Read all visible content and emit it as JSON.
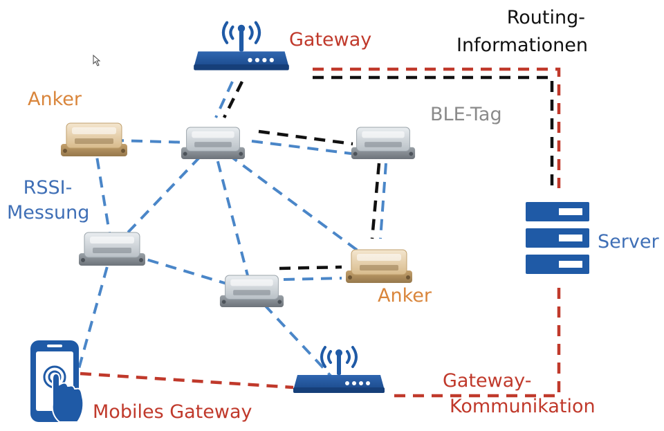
{
  "labels": {
    "gateway_top": "Gateway",
    "routing_line1": "Routing-",
    "routing_line2": "Informationen",
    "anker_left": "Anker",
    "ble_tag": "BLE-Tag",
    "rssi_line1": "RSSI-",
    "rssi_line2": "Messung",
    "server": "Server",
    "anker_right": "Anker",
    "gateway_komm_line1": "Gateway-",
    "gateway_komm_line2": "Kommunikation",
    "mobiles_gateway": "Mobiles Gateway"
  },
  "nodes": [
    {
      "id": "gateway-top",
      "kind": "router"
    },
    {
      "id": "gateway-bottom",
      "kind": "router"
    },
    {
      "id": "server",
      "kind": "server"
    },
    {
      "id": "smartphone",
      "kind": "phone"
    },
    {
      "id": "anchor-left",
      "kind": "anchor"
    },
    {
      "id": "anchor-right",
      "kind": "anchor"
    },
    {
      "id": "tag-top-center",
      "kind": "tag"
    },
    {
      "id": "tag-top-right",
      "kind": "tag"
    },
    {
      "id": "tag-mid-left",
      "kind": "tag"
    },
    {
      "id": "tag-center",
      "kind": "tag"
    }
  ],
  "link_colors": {
    "rssi": "#4a86c8",
    "routing": "#111111",
    "gateway": "#c0392b"
  },
  "links": {
    "rssi": [
      [
        "anchor-left",
        "tag-top-center"
      ],
      [
        "anchor-left",
        "tag-mid-left"
      ],
      [
        "tag-top-center",
        "tag-top-right"
      ],
      [
        "tag-top-center",
        "tag-mid-left"
      ],
      [
        "tag-top-center",
        "tag-center"
      ],
      [
        "tag-top-center",
        "anchor-right"
      ],
      [
        "tag-top-right",
        "anchor-right"
      ],
      [
        "tag-mid-left",
        "tag-center"
      ],
      [
        "tag-mid-left",
        "smartphone"
      ],
      [
        "tag-center",
        "anchor-right"
      ],
      [
        "tag-center",
        "gateway-bottom"
      ],
      [
        "tag-top-center",
        "gateway-top"
      ]
    ],
    "routing": [
      [
        "gateway-top",
        "tag-top-center"
      ],
      [
        "tag-top-center",
        "tag-top-right"
      ],
      [
        "tag-top-right",
        "anchor-right"
      ],
      [
        "tag-center",
        "anchor-right"
      ],
      [
        "gateway-top",
        "server"
      ]
    ],
    "gateway": [
      [
        "gateway-top",
        "server"
      ],
      [
        "server",
        "gateway-bottom"
      ],
      [
        "smartphone",
        "gateway-bottom"
      ]
    ]
  }
}
